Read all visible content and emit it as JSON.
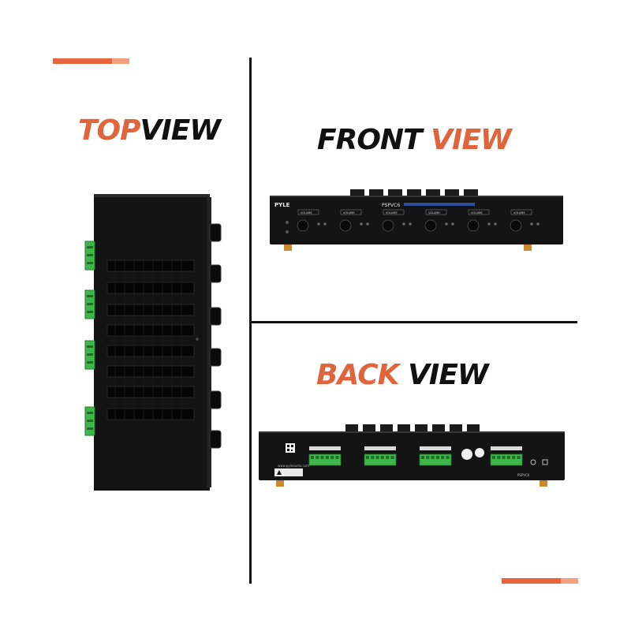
{
  "headings": {
    "top": {
      "accent": "TOP",
      "rest": "VIEW"
    },
    "front": {
      "rest": "FRONT",
      "accent": "VIEW"
    },
    "back": {
      "accent": "BACK",
      "rest": "VIEW"
    }
  },
  "device": {
    "brand": "PYLE",
    "model": "PSPVC6",
    "volume_label": "VOLUME",
    "website": "www.pyleaudio.com"
  },
  "colors": {
    "accent": "#e0643c",
    "accent_light": "#f3a07c",
    "chassis": "#141414",
    "terminal_green": "#3fb64a",
    "feet": "#c98a2e"
  },
  "icons": [
    "qr-code-icon",
    "warning-label-icon",
    "recycle-icon"
  ]
}
